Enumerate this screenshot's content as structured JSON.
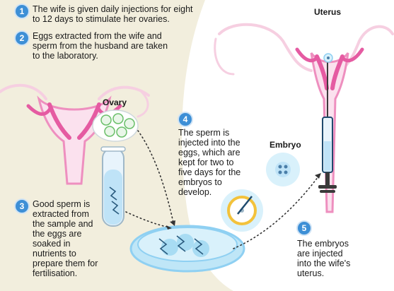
{
  "steps": [
    {
      "num": "1",
      "text": "The wife is given daily injections for eight\nto 12 days to stimulate her ovaries."
    },
    {
      "num": "2",
      "text": "Eggs extracted from the wife and\nsperm from the husband are taken\nto the laboratory."
    },
    {
      "num": "3",
      "text": "Good sperm is\nextracted from\nthe sample and\nthe eggs are\nsoaked in\nnutrients to\nprepare them for\nfertilisation."
    },
    {
      "num": "4",
      "text": "The sperm is\ninjected into the\neggs, which are\nkept for two to\nfive days for the\nembryos to\ndevelop."
    },
    {
      "num": "5",
      "text": "The embryos\nare injected\ninto the wife's\nuterus."
    }
  ],
  "labels": {
    "uterus": "Uterus",
    "ovary": "Ovary",
    "embryo": "Embryo"
  },
  "colors": {
    "background_panel": "#f2eedd",
    "uterus_pink": "#ef7fb8",
    "step_circle": "#3d8fd6",
    "dish_blue": "#8fd0f2"
  }
}
